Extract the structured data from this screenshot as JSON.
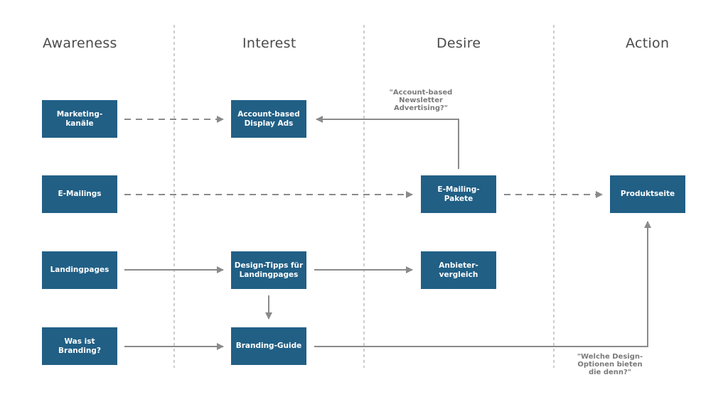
{
  "columns": [
    "Awareness",
    "Interest",
    "Desire",
    "Action"
  ],
  "boxes": {
    "marketing": "Marketing-\nkanäle",
    "emailings": "E-Mailings",
    "landingpages": "Landingpages",
    "branding_q": "Was ist\nBranding?",
    "account_ads": "Account-based\nDisplay Ads",
    "design_tipps": "Design-Tipps für\nLandingpages",
    "branding_guide": "Branding-Guide",
    "email_pakete": "E-Mailing-\nPakete",
    "anbieter": "Anbieter-\nvergleich",
    "produktseite": "Produktseite"
  },
  "notes": {
    "account_newsletter": "\"Account-based\nNewsletter\nAdvertising?\"",
    "design_optionen": "\"Welche Design-\nOptionen bieten\ndie denn?\""
  },
  "colors": {
    "box": "#215f85",
    "arrow": "#8a8a8a",
    "divider": "#9a9a9a"
  }
}
